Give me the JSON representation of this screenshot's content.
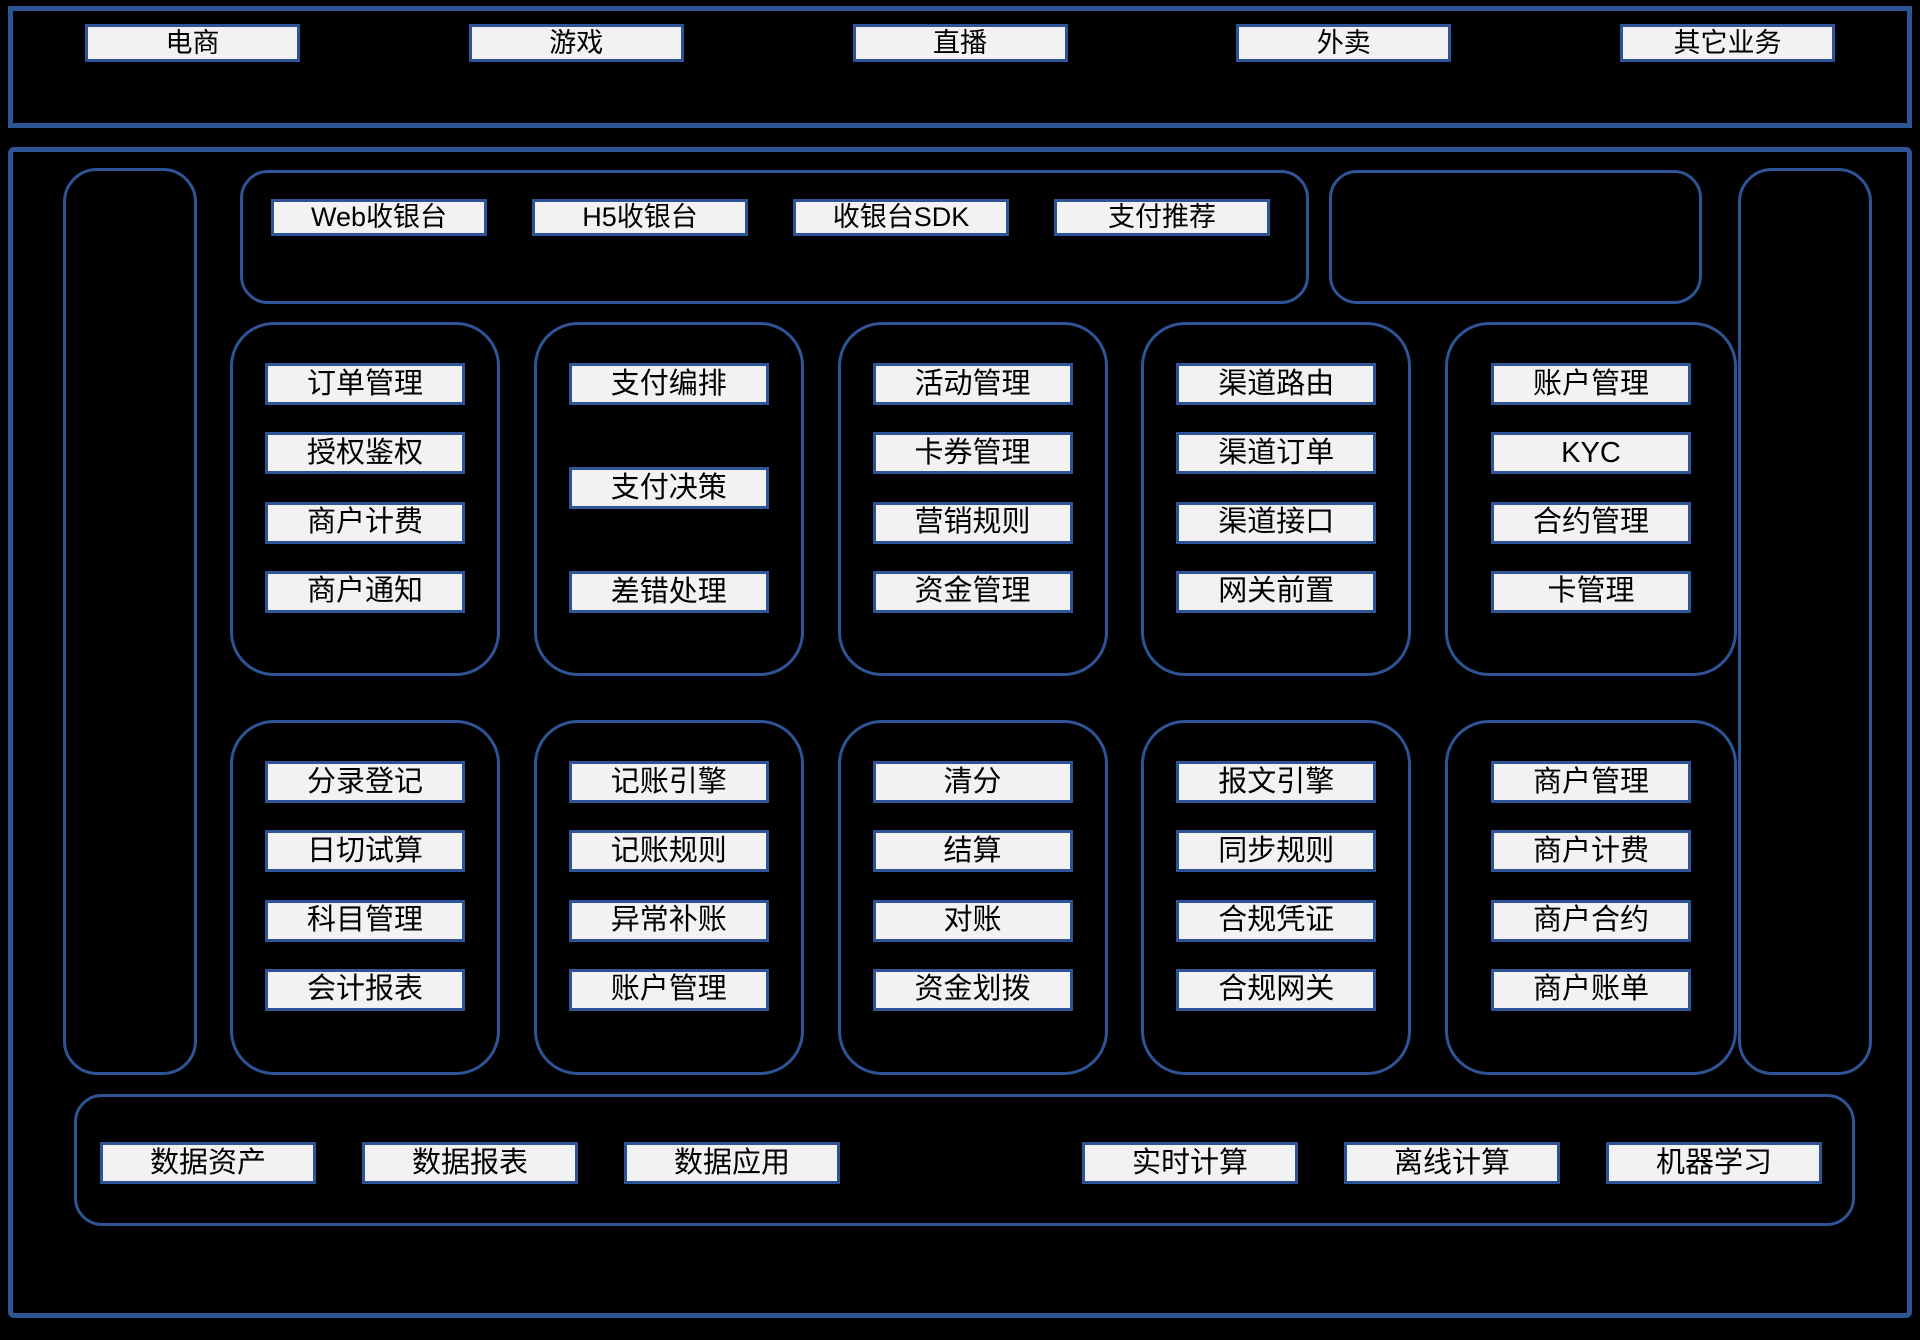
{
  "colors": {
    "border_blue": "#2e5496",
    "box_fill": "#f2f2f2",
    "background": "#000000",
    "text": "#000000"
  },
  "business": {
    "items": [
      "电商",
      "游戏",
      "直播",
      "外卖",
      "其它业务"
    ]
  },
  "access": {
    "items": [
      "Web收银台",
      "H5收银台",
      "收银台SDK",
      "支付推荐"
    ]
  },
  "row1": [
    {
      "items": [
        "订单管理",
        "授权鉴权",
        "商户计费",
        "商户通知"
      ]
    },
    {
      "items": [
        "支付编排",
        "支付决策",
        "差错处理"
      ]
    },
    {
      "items": [
        "活动管理",
        "卡券管理",
        "营销规则",
        "资金管理"
      ]
    },
    {
      "items": [
        "渠道路由",
        "渠道订单",
        "渠道接口",
        "网关前置"
      ]
    },
    {
      "items": [
        "账户管理",
        "KYC",
        "合约管理",
        "卡管理"
      ]
    }
  ],
  "row2": [
    {
      "items": [
        "分录登记",
        "日切试算",
        "科目管理",
        "会计报表"
      ]
    },
    {
      "items": [
        "记账引擎",
        "记账规则",
        "异常补账",
        "账户管理"
      ]
    },
    {
      "items": [
        "清分",
        "结算",
        "对账",
        "资金划拨"
      ]
    },
    {
      "items": [
        "报文引擎",
        "同步规则",
        "合规凭证",
        "合规网关"
      ]
    },
    {
      "items": [
        "商户管理",
        "商户计费",
        "商户合约",
        "商户账单"
      ]
    }
  ],
  "data_layer": {
    "left_items": [
      "数据资产",
      "数据报表",
      "数据应用"
    ],
    "right_items": [
      "实时计算",
      "离线计算",
      "机器学习"
    ]
  }
}
